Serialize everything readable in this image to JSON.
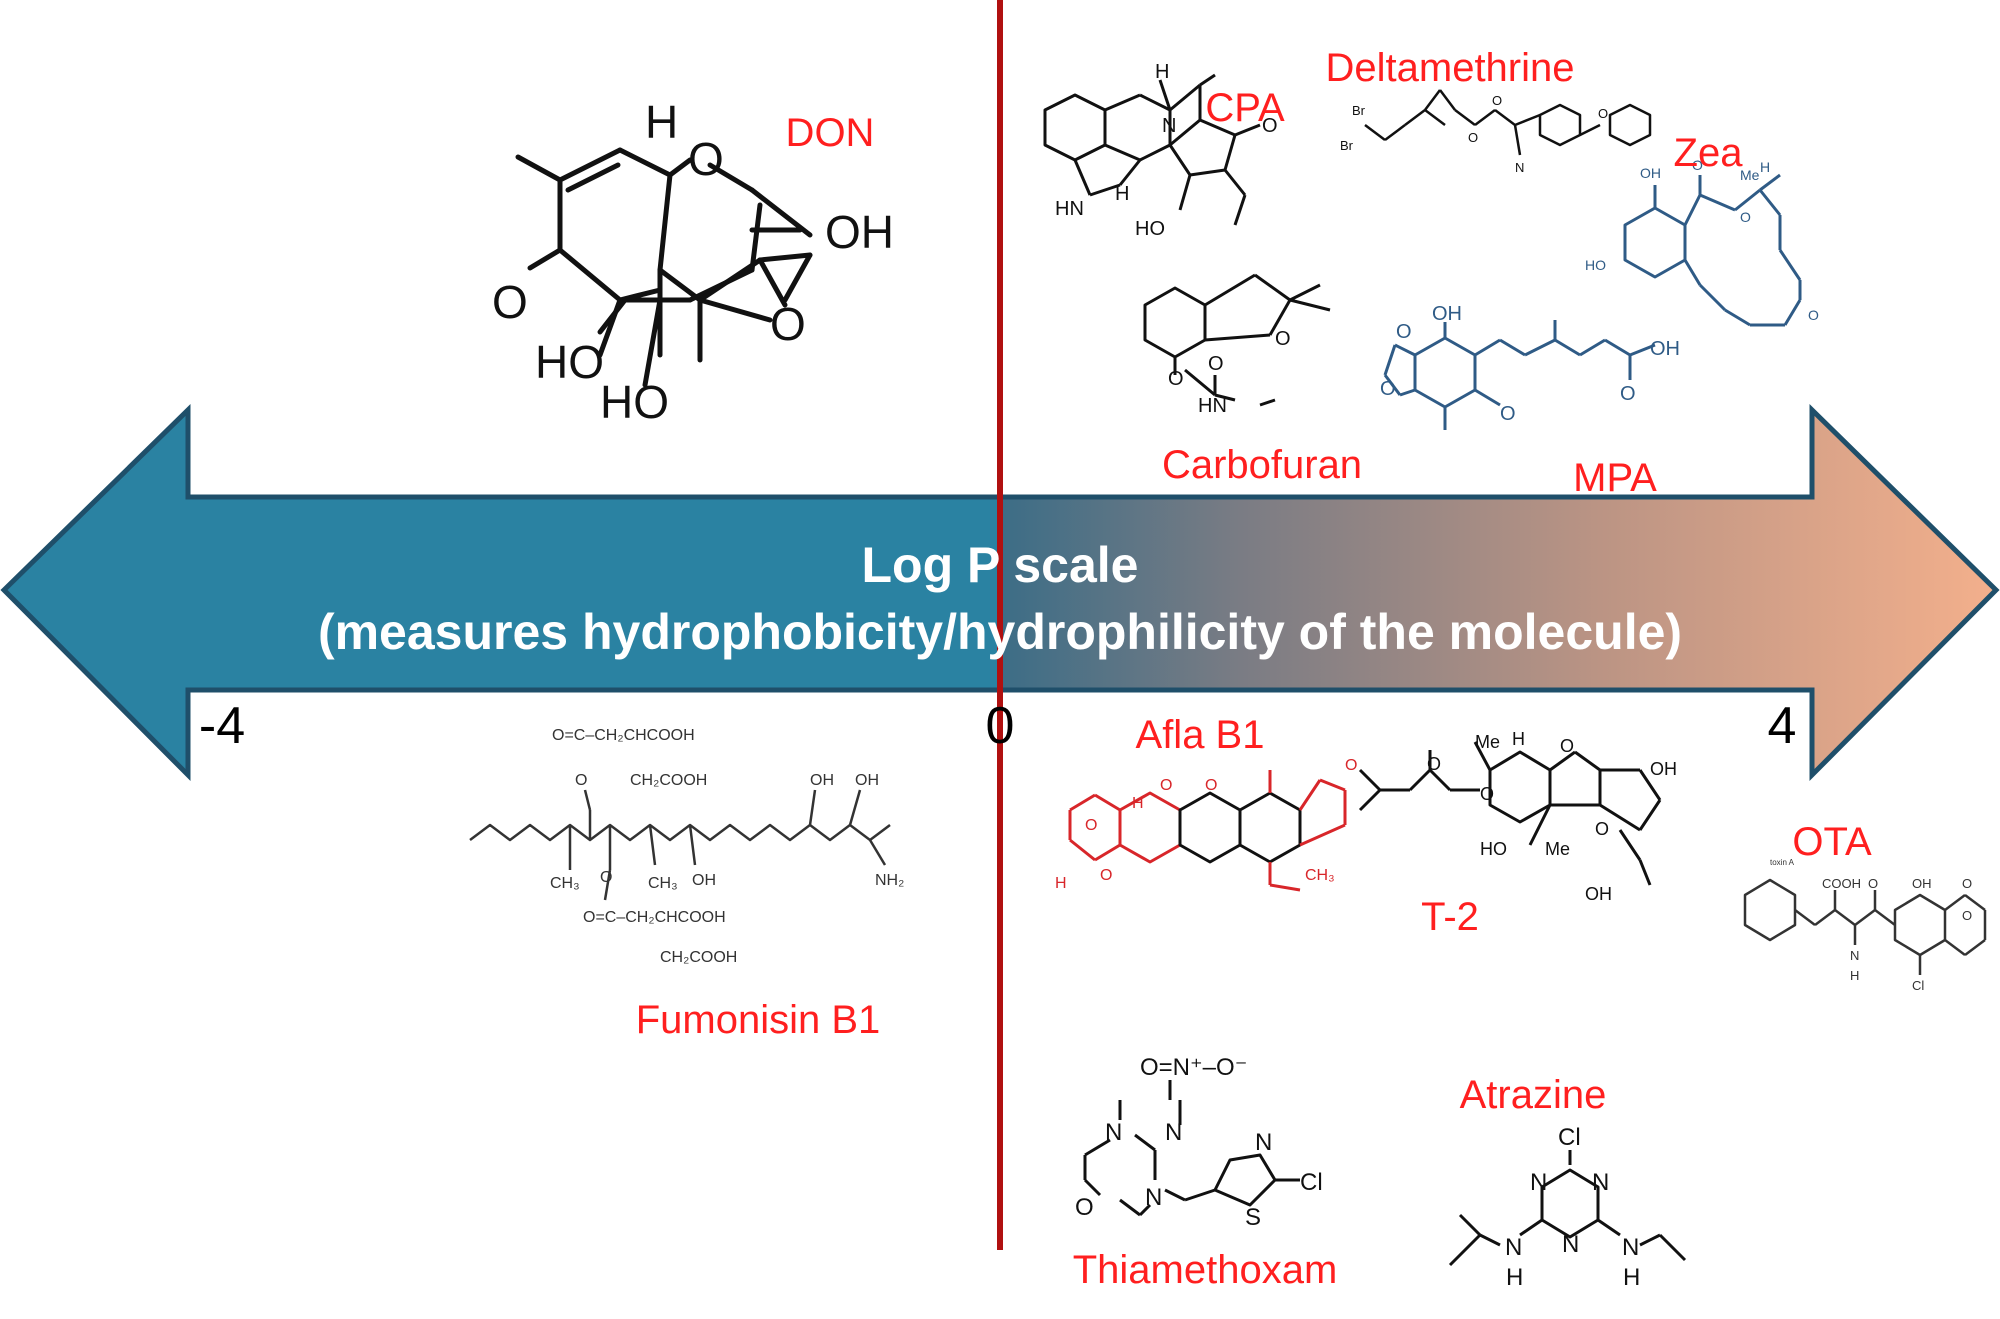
{
  "arrow": {
    "title_line1": "Log P scale",
    "title_line2": "(measures hydrophobicity/hydrophilicity of the molecule)",
    "left_color": "#2a82a2",
    "right_color": "#f4b08c",
    "divider_color": "#b01010"
  },
  "ticks": {
    "min": "-4",
    "zero": "0",
    "max": "4"
  },
  "compounds": {
    "don": "DON",
    "cpa": "CPA",
    "deltamethrine": "Deltamethrine",
    "zea": "Zea",
    "carbofuran": "Carbofuran",
    "mpa": "MPA",
    "fumonisin": "Fumonisin B1",
    "afla": "Afla B1",
    "t2": "T-2",
    "ota": "OTA",
    "thiamethoxam": "Thiamethoxam",
    "atrazine": "Atrazine"
  },
  "label_color": "#ff1f1f",
  "structure_color_dark": "#111111",
  "structure_color_blue": "#2f5b86",
  "structure_color_red": "#d8262a",
  "structure_text": {
    "don": {
      "h": "H",
      "o_ring": "O",
      "oh_right": "OH",
      "o_keto": "O",
      "ho_left": "HO",
      "o_epox": "O",
      "ho_bottom": "HO"
    },
    "cpa": {
      "n": "N",
      "o": "O",
      "ho": "HO",
      "h1": "H",
      "h2": "H",
      "hn": "HN"
    },
    "delta": {
      "br1": "Br",
      "br2": "Br",
      "o1": "O",
      "o2": "O",
      "o3": "O",
      "n": "N"
    },
    "zea": {
      "oh1": "OH",
      "o1": "O",
      "me": "Me",
      "h": "H",
      "o2": "O",
      "ho": "HO",
      "o3": "O"
    },
    "carbofuran": {
      "o1": "O",
      "o2": "O",
      "o3": "O",
      "hn": "HN"
    },
    "mpa": {
      "o1": "O",
      "oh1": "OH",
      "o2": "O",
      "oh2": "OH",
      "o3": "O",
      "o4": "O"
    },
    "fum": {
      "r1": "O=C–CH₂CHCOOH",
      "r2": "O",
      "r3": "CH₂COOH",
      "oh1": "OH",
      "oh2": "OH",
      "ch3a": "CH₃",
      "ch3b": "CH₃",
      "oh3": "OH",
      "nh2": "NH₂",
      "o_low": "O",
      "r4": "O=C–CH₂CHCOOH",
      "r5": "CH₂COOH"
    },
    "afla": {
      "o1": "O",
      "o2": "O",
      "o3": "O",
      "o4": "O",
      "o5": "O",
      "h1": "H",
      "h2": "H",
      "ch3": "CH₃"
    },
    "t2": {
      "me1": "Me",
      "h": "H",
      "o1": "O",
      "oh1": "OH",
      "o2": "O",
      "o3": "O",
      "ho": "HO",
      "me2": "Me",
      "o4": "O",
      "oh2": "OH"
    },
    "ota": {
      "small": "toxin A",
      "cooh": "COOH",
      "o1": "O",
      "oh": "OH",
      "o2": "O",
      "nh": "N",
      "h": "H",
      "o3": "O",
      "cl": "Cl"
    },
    "thia": {
      "nitro": "O=N⁺–O⁻",
      "n1": "N",
      "n2": "N",
      "o": "O",
      "n3": "N",
      "n4": "N",
      "s": "S",
      "cl": "Cl"
    },
    "atra": {
      "cl": "Cl",
      "n1": "N",
      "n2": "N",
      "n3": "N",
      "nh1": "N",
      "h1": "H",
      "nh2": "N",
      "h2": "H"
    }
  }
}
